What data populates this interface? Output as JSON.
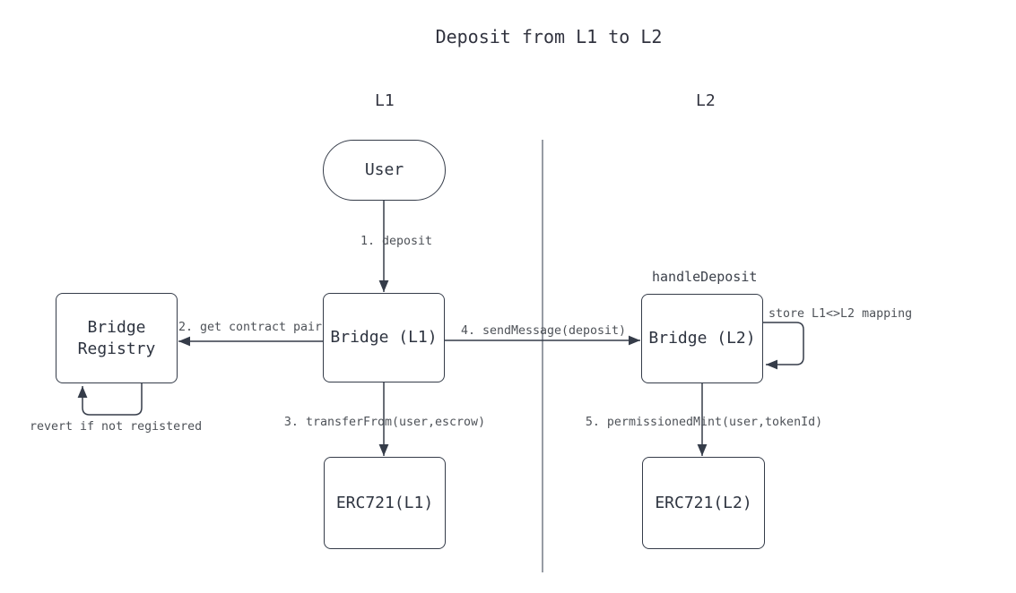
{
  "diagram": {
    "title": "Deposit from L1 to L2",
    "lanes": {
      "left": "L1",
      "right": "L2"
    },
    "nodes": {
      "user": "User",
      "bridge_l1": "Bridge (L1)",
      "bridge_registry": "Bridge\nRegistry",
      "bridge_l2": "Bridge (L2)",
      "erc721_l1": "ERC721(L1)",
      "erc721_l2": "ERC721(L2)"
    },
    "edges": {
      "deposit": "1. deposit",
      "get_contract_pair": "2. get contract pair",
      "transfer_from": "3. transferFrom(user,escrow)",
      "send_message": "4. sendMessage(deposit)",
      "permissioned_mint": "5. permissionedMint(user,tokenId)",
      "revert_note": "revert if not registered",
      "store_mapping": "store L1<>L2 mapping",
      "handle_deposit": "handleDeposit"
    },
    "colors": {
      "stroke": "#353c49",
      "node_text": "#2e3440",
      "label_text": "#4e5258",
      "divider": "#979ca4",
      "background": "#ffffff"
    }
  }
}
